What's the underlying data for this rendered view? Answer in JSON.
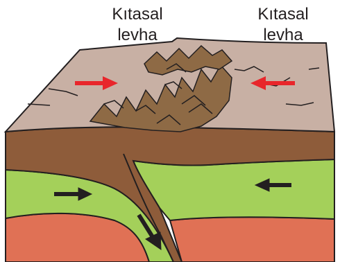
{
  "labels": {
    "left_plate": [
      "Kıtasal",
      "levha"
    ],
    "right_plate": [
      "Kıtasal",
      "levha"
    ]
  },
  "colors": {
    "surface": "#c8b0a4",
    "crust_brown": "#8e5c3a",
    "lithosphere_green": "#a4d05a",
    "mantle_red": "#e07155",
    "outline": "#231f20",
    "surface_arrow": "#e8262b",
    "flow_arrow": "#231f20",
    "mountain": "#8e6a45"
  },
  "icons": {
    "surface_arrows": "red-arrow-convergence",
    "flow_arrows": "black-arrow-flow"
  }
}
